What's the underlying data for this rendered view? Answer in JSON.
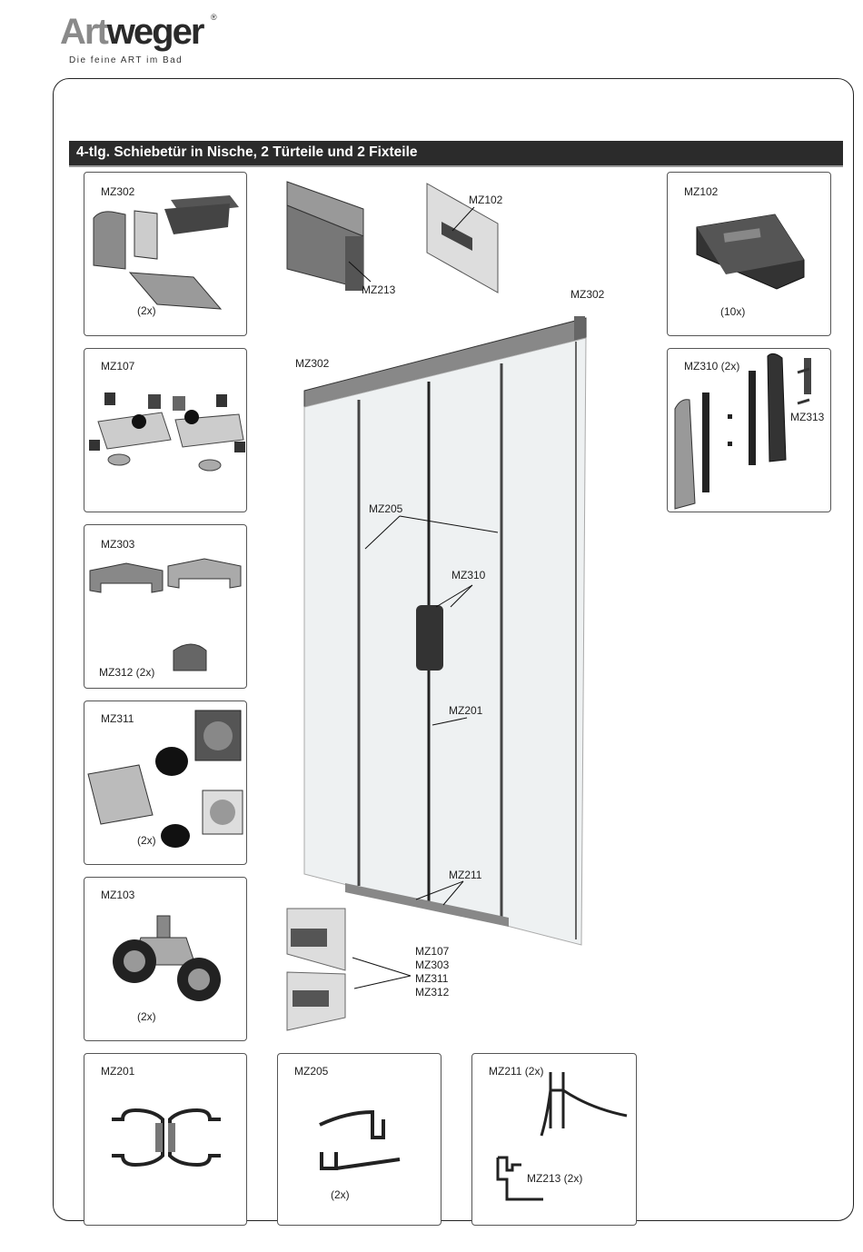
{
  "brand": {
    "name_part1": "Art",
    "name_part2": "weger",
    "registered": "®",
    "tagline": "Die feine ART im Bad"
  },
  "title": "4-tlg. Schiebetür in Nische, 2 Türteile und 2 Fixteile",
  "left_boxes": [
    {
      "code": "MZ302",
      "qty": "(2x)"
    },
    {
      "code": "MZ107",
      "qty": ""
    },
    {
      "code": "MZ303",
      "sub": "MZ312 (2x)"
    },
    {
      "code": "MZ311",
      "qty": "(2x)"
    },
    {
      "code": "MZ103",
      "qty": "(2x)"
    }
  ],
  "right_boxes": [
    {
      "code": "MZ102",
      "qty": "(10x)"
    },
    {
      "code": "MZ310 (2x)",
      "sub": "MZ313"
    }
  ],
  "bottom_boxes": [
    {
      "code": "MZ201"
    },
    {
      "code": "MZ205",
      "qty": "(2x)"
    },
    {
      "code": "MZ211 (2x)",
      "sub": "MZ213 (2x)"
    }
  ],
  "scene": {
    "profile_label": "MZ213",
    "clip_label": "MZ102",
    "top_right": "MZ302",
    "top_left": "MZ302",
    "seal_label": "MZ205",
    "handle_label": "MZ310",
    "magnet_label": "MZ201",
    "bottom_seal_label": "MZ211",
    "guide_labels": [
      "MZ107",
      "MZ303",
      "MZ311",
      "MZ312"
    ]
  }
}
